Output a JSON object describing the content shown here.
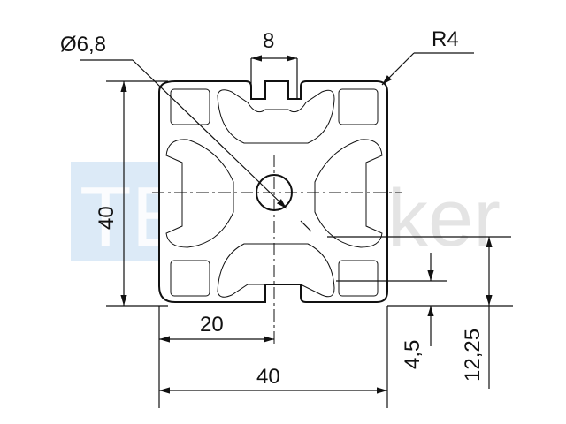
{
  "watermark": {
    "left_text": "TEC",
    "right_text": "walker",
    "left_color": "#d6e6f6",
    "right_color": "#ececec"
  },
  "dimensions": {
    "bore_diameter": "Ø6,8",
    "slot_width": "8",
    "corner_radius": "R4",
    "height": "40",
    "half_width": "20",
    "width": "40",
    "slot_depth": "4,5",
    "slot_offset": "12,25"
  }
}
